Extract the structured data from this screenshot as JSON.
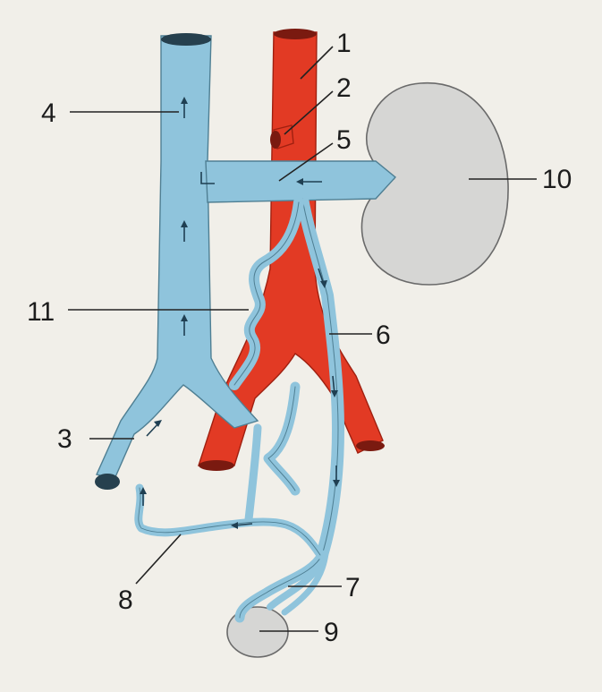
{
  "labels": [
    {
      "id": "1",
      "text": "1"
    },
    {
      "id": "2",
      "text": "2"
    },
    {
      "id": "3",
      "text": "3"
    },
    {
      "id": "4",
      "text": "4"
    },
    {
      "id": "5",
      "text": "5"
    },
    {
      "id": "6",
      "text": "6"
    },
    {
      "id": "7",
      "text": "7"
    },
    {
      "id": "8",
      "text": "8"
    },
    {
      "id": "9",
      "text": "9"
    },
    {
      "id": "10",
      "text": "10"
    },
    {
      "id": "11",
      "text": "11"
    }
  ],
  "colors": {
    "vein": "#8fc4dc",
    "artery": "#e23a24",
    "organ": "#d6d6d4",
    "background": "#f1efe9"
  }
}
